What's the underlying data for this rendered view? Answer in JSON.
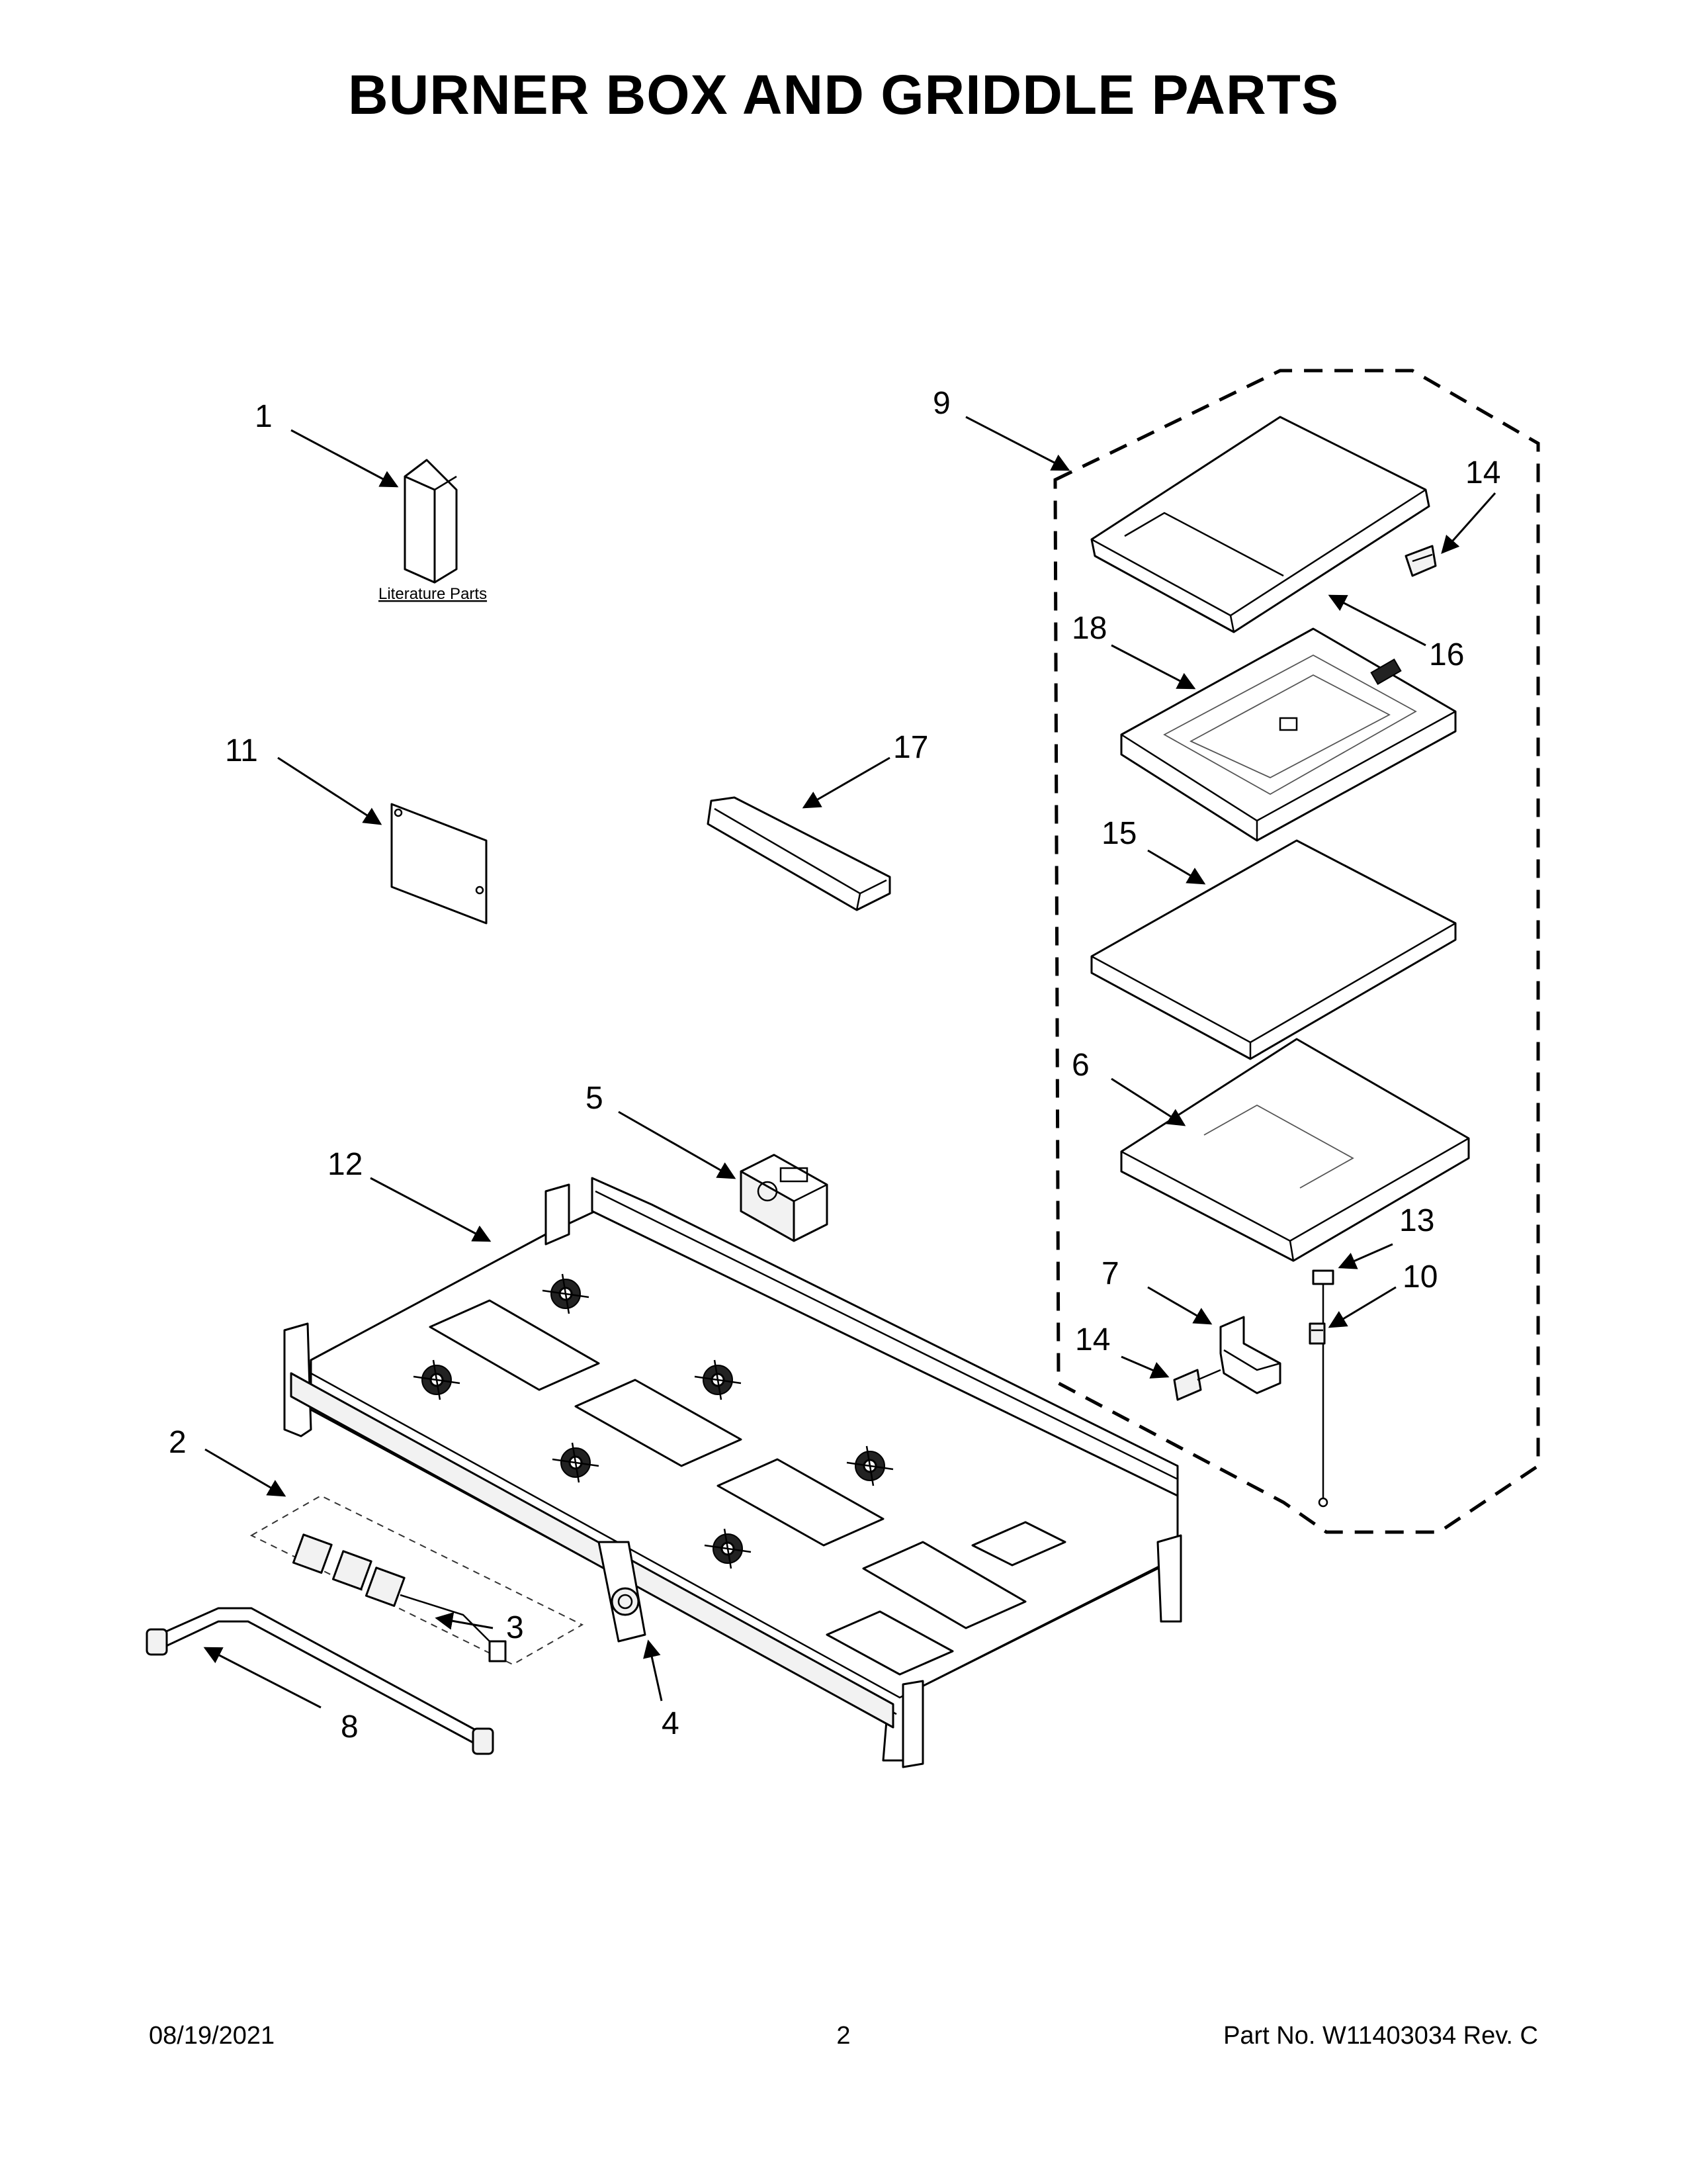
{
  "title": "BURNER BOX AND GRIDDLE PARTS",
  "literature_label": "Literature Parts",
  "callouts": {
    "c1": "1",
    "c2": "2",
    "c3": "3",
    "c4": "4",
    "c5": "5",
    "c6": "6",
    "c7": "7",
    "c8": "8",
    "c9": "9",
    "c10": "10",
    "c11": "11",
    "c12": "12",
    "c13": "13",
    "c14a": "14",
    "c14b": "14",
    "c15": "15",
    "c16": "16",
    "c17": "17",
    "c18": "18"
  },
  "footer": {
    "date": "08/19/2021",
    "page": "2",
    "part_no": "Part No.  W11403034  Rev.  C"
  }
}
